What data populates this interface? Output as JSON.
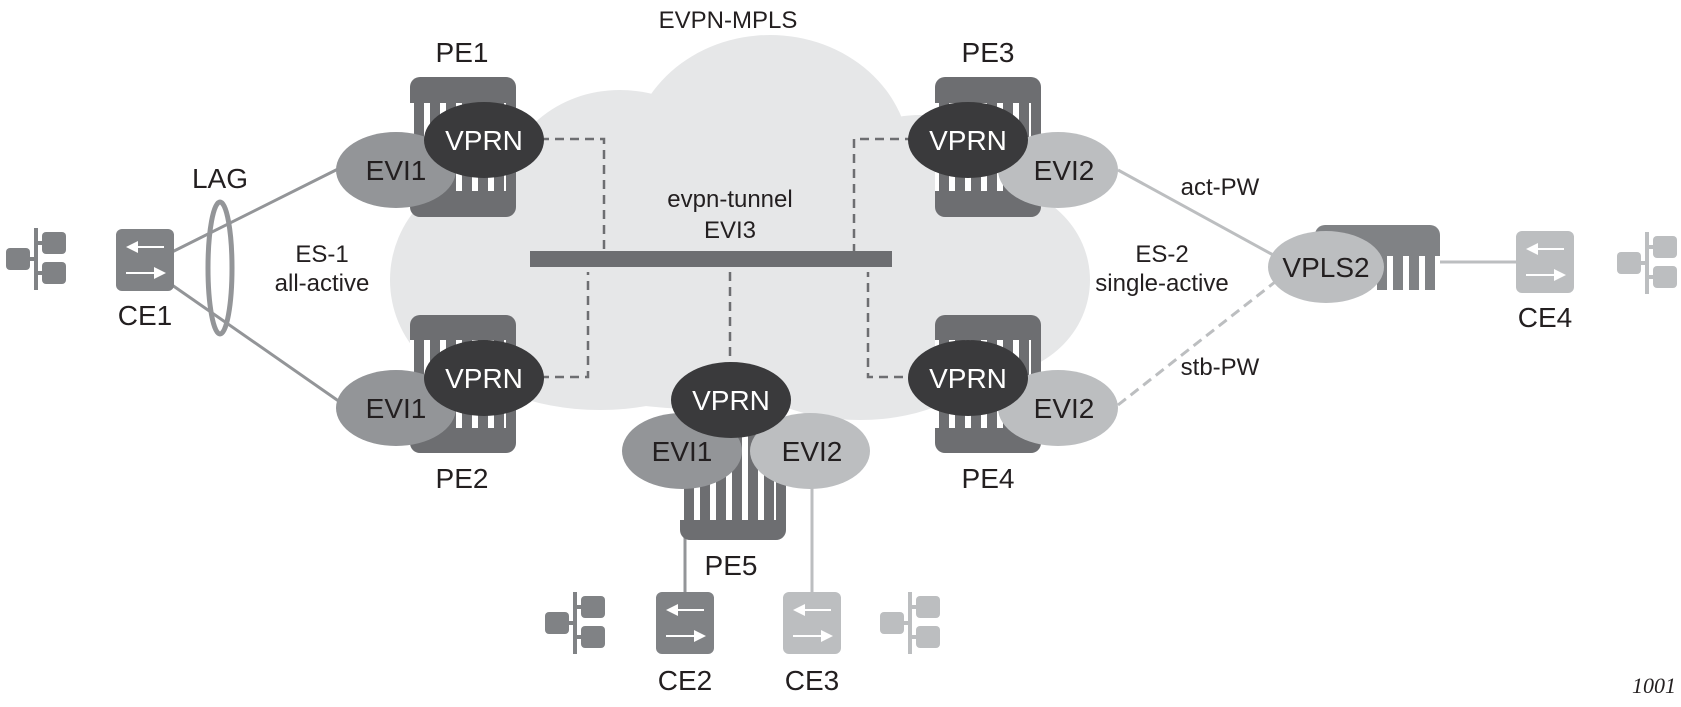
{
  "title": "EVPN-MPLS",
  "tunnel": {
    "line1": "evpn-tunnel",
    "line2": "EVI3"
  },
  "colors": {
    "cloud": "#e6e7e8",
    "router_body": "#6d6e71",
    "vprn": "#3a3a3c",
    "evi1": "#939598",
    "evi2": "#bcbec0",
    "ce_dark": "#808285",
    "ce_light": "#bcbec0",
    "text": "#231f20"
  },
  "routers": {
    "pe1": {
      "label": "PE1",
      "services": [
        "VPRN",
        "EVI1"
      ]
    },
    "pe2": {
      "label": "PE2",
      "services": [
        "VPRN",
        "EVI1"
      ]
    },
    "pe3": {
      "label": "PE3",
      "services": [
        "VPRN",
        "EVI2"
      ]
    },
    "pe4": {
      "label": "PE4",
      "services": [
        "VPRN",
        "EVI2"
      ]
    },
    "pe5": {
      "label": "PE5",
      "services": [
        "VPRN",
        "EVI1",
        "EVI2"
      ]
    },
    "vpls": {
      "service": "VPLS2"
    }
  },
  "ces": {
    "ce1": "CE1",
    "ce2": "CE2",
    "ce3": "CE3",
    "ce4": "CE4"
  },
  "annotations": {
    "lag": "LAG",
    "es1_line1": "ES-1",
    "es1_line2": "all-active",
    "es2_line1": "ES-2",
    "es2_line2": "single-active",
    "act_pw": "act-PW",
    "stb_pw": "stb-PW"
  },
  "figure_number": "1001"
}
